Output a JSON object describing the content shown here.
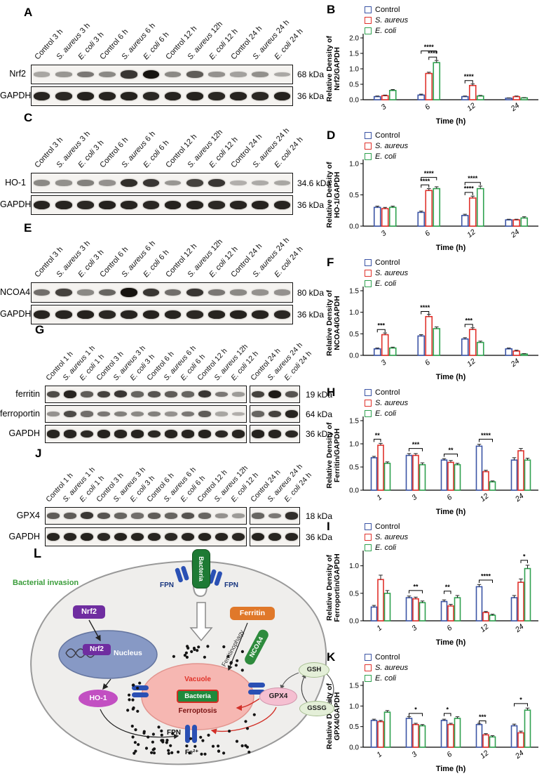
{
  "colors": {
    "control": "#3b54a5",
    "s_aureus": "#e0312b",
    "e_coli": "#2fa14f"
  },
  "legend": [
    {
      "label": "Control",
      "italic": false,
      "color_key": "control"
    },
    {
      "label": "S. aureus",
      "italic": true,
      "color_key": "s_aureus"
    },
    {
      "label": "E. coli",
      "italic": true,
      "color_key": "e_coli"
    }
  ],
  "blot_panels": [
    {
      "id": "A",
      "lanes": [
        "Control 3 h",
        "S. aureus 3 h",
        "E. coli 3 h",
        "Control 6 h",
        "S. aureus 6 h",
        "E. coli 6 h",
        "Control 12 h",
        "S. aureus 12h",
        "E. coli 12 h",
        "Control 24 h",
        "S. aureus 24 h",
        "E. coli 24 h"
      ],
      "rows": [
        {
          "name": "Nrf2",
          "kda": "68 kDa",
          "intensities": [
            0.2,
            0.28,
            0.45,
            0.35,
            0.8,
            1.0,
            0.35,
            0.6,
            0.3,
            0.22,
            0.32,
            0.18
          ]
        },
        {
          "name": "GAPDH",
          "kda": "36 kDa",
          "intensities": [
            0.9,
            0.88,
            0.92,
            0.9,
            0.91,
            0.89,
            0.9,
            0.92,
            0.88,
            0.9,
            0.89,
            0.91
          ]
        }
      ]
    },
    {
      "id": "C",
      "lanes": [
        "Control 3 h",
        "S. aureus 3 h",
        "E. coli 3 h",
        "Control 6 h",
        "S. aureus 6 h",
        "E. coli 6 h",
        "Control 12 h",
        "S. aureus 12h",
        "E. coli 12 h",
        "Control 24 h",
        "S. aureus 24 h",
        "E. coli 24 h"
      ],
      "rows": [
        {
          "name": "HO-1",
          "kda": "34.6 kDa",
          "intensities": [
            0.35,
            0.32,
            0.4,
            0.3,
            0.85,
            0.8,
            0.28,
            0.75,
            0.8,
            0.15,
            0.17,
            0.2
          ]
        },
        {
          "name": "GAPDH",
          "kda": "36 kDa",
          "intensities": [
            0.9,
            0.9,
            0.88,
            0.92,
            0.9,
            0.89,
            0.91,
            0.9,
            0.88,
            0.9,
            0.92,
            0.9
          ]
        }
      ]
    },
    {
      "id": "E",
      "lanes": [
        "Control 3 h",
        "S. aureus 3 h",
        "E. coli 3 h",
        "Control 6 h",
        "S. aureus 6 h",
        "E. coli 6 h",
        "Control 12 h",
        "S. aureus 12h",
        "E. coli 12 h",
        "Control 24 h",
        "S. aureus 24 h",
        "E. coli 24 h"
      ],
      "rows": [
        {
          "name": "NCOA4",
          "kda": "80 kDa",
          "intensities": [
            0.5,
            0.75,
            0.35,
            0.55,
            1.0,
            0.8,
            0.5,
            0.8,
            0.45,
            0.35,
            0.3,
            0.3
          ]
        },
        {
          "name": "GAPDH",
          "kda": "36 kDa",
          "intensities": [
            0.9,
            0.9,
            0.91,
            0.89,
            0.9,
            0.92,
            0.9,
            0.88,
            0.9,
            0.91,
            0.9,
            0.89
          ]
        }
      ]
    },
    {
      "id": "G",
      "lanes": [
        "Control 1 h",
        "S. aureus 1 h",
        "E. coli 1 h",
        "Control 3 h",
        "S. aureus 3 h",
        "E. coli 3 h",
        "Control 6 h",
        "S. aureus 6 h",
        "E. coli 6 h",
        "Control 12 h",
        "S. aureus 12h",
        "E. coli 12 h",
        "Control 24 h",
        "S. aureus 24 h",
        "E. coli 24 h"
      ],
      "rows": [
        {
          "name": "ferritin",
          "kda": "19 kDa",
          "intensities": [
            0.7,
            0.9,
            0.6,
            0.75,
            0.8,
            0.55,
            0.65,
            0.6,
            0.55,
            0.8,
            0.45,
            0.25,
            0.75,
            0.95,
            0.65
          ]
        },
        {
          "name": "ferroportin",
          "kda": "64 kDa",
          "intensities": [
            0.3,
            0.7,
            0.5,
            0.45,
            0.4,
            0.35,
            0.4,
            0.3,
            0.45,
            0.6,
            0.2,
            0.15,
            0.55,
            0.75,
            0.9
          ]
        },
        {
          "name": "GAPDH",
          "kda": "36 kDa",
          "intensities": [
            0.9,
            0.9,
            0.88,
            0.91,
            0.9,
            0.92,
            0.89,
            0.9,
            0.9,
            0.91,
            0.88,
            0.9,
            0.92,
            0.9,
            0.89
          ]
        }
      ]
    },
    {
      "id": "J",
      "lanes": [
        "Control 1 h",
        "S. aureus 1 h",
        "E. coli 1 h",
        "Control 3 h",
        "S. aureus 3 h",
        "E. coli 3 h",
        "Control 6 h",
        "S. aureus 6 h",
        "E. coli 6 h",
        "Control 12 h",
        "S. aureus 12h",
        "E. coli 12 h",
        "Control 24 h",
        "S. aureus 24 h",
        "E. coli 24 h"
      ],
      "rows": [
        {
          "name": "GPX4",
          "kda": "18 kDa",
          "intensities": [
            0.6,
            0.6,
            0.8,
            0.65,
            0.55,
            0.5,
            0.6,
            0.55,
            0.65,
            0.55,
            0.3,
            0.25,
            0.55,
            0.45,
            0.85
          ]
        },
        {
          "name": "GAPDH",
          "kda": "36 kDa",
          "intensities": [
            0.9,
            0.9,
            0.91,
            0.89,
            0.92,
            0.9,
            0.9,
            0.88,
            0.9,
            0.91,
            0.9,
            0.89,
            0.92,
            0.9,
            0.9
          ]
        }
      ]
    }
  ],
  "chart_data": [
    {
      "id": "B",
      "type": "bar",
      "ylabel_lines": [
        "Relative Density of",
        "Nrf2/GAPDH"
      ],
      "xlabel": "Time (h)",
      "categories": [
        "3",
        "6",
        "12",
        "24"
      ],
      "ylim": [
        0,
        2.0
      ],
      "yticks": [
        0,
        0.5,
        1.0,
        1.5,
        2.0
      ],
      "series": [
        {
          "name": "Control",
          "color_key": "control",
          "values": [
            0.1,
            0.15,
            0.1,
            0.05
          ],
          "err": [
            0.02,
            0.03,
            0.02,
            0.01
          ]
        },
        {
          "name": "S. aureus",
          "color_key": "s_aureus",
          "values": [
            0.13,
            0.85,
            0.46,
            0.1
          ],
          "err": [
            0.02,
            0.04,
            0.05,
            0.02
          ]
        },
        {
          "name": "E. coli",
          "color_key": "e_coli",
          "values": [
            0.3,
            1.2,
            0.12,
            0.06
          ],
          "err": [
            0.03,
            0.07,
            0.02,
            0.01
          ]
        }
      ],
      "annotations": [
        {
          "cat": 1,
          "s1": 1,
          "s2": 2,
          "y": 1.38,
          "label": "****"
        },
        {
          "cat": 1,
          "s1": 0,
          "s2": 2,
          "y": 1.58,
          "label": "****"
        },
        {
          "cat": 2,
          "s1": 0,
          "s2": 1,
          "y": 0.62,
          "label": "****"
        }
      ]
    },
    {
      "id": "D",
      "type": "bar",
      "ylabel_lines": [
        "Relative Density of",
        "HO-1/GAPDH"
      ],
      "xlabel": "Time (h)",
      "categories": [
        "3",
        "6",
        "12",
        "24"
      ],
      "ylim": [
        0,
        1.0
      ],
      "yticks": [
        0,
        0.5,
        1.0
      ],
      "series": [
        {
          "name": "Control",
          "color_key": "control",
          "values": [
            0.3,
            0.22,
            0.17,
            0.1
          ],
          "err": [
            0.02,
            0.02,
            0.02,
            0.01
          ]
        },
        {
          "name": "S. aureus",
          "color_key": "s_aureus",
          "values": [
            0.28,
            0.57,
            0.45,
            0.1
          ],
          "err": [
            0.02,
            0.03,
            0.03,
            0.01
          ]
        },
        {
          "name": "E. coli",
          "color_key": "e_coli",
          "values": [
            0.3,
            0.6,
            0.6,
            0.13
          ],
          "err": [
            0.02,
            0.03,
            0.04,
            0.02
          ]
        }
      ],
      "annotations": [
        {
          "cat": 1,
          "s1": 0,
          "s2": 1,
          "y": 0.66,
          "label": "****"
        },
        {
          "cat": 1,
          "s1": 0,
          "s2": 2,
          "y": 0.78,
          "label": "****"
        },
        {
          "cat": 2,
          "s1": 0,
          "s2": 1,
          "y": 0.54,
          "label": "****"
        },
        {
          "cat": 2,
          "s1": 0,
          "s2": 2,
          "y": 0.7,
          "label": "****"
        }
      ]
    },
    {
      "id": "F",
      "type": "bar",
      "ylabel_lines": [
        "Relative Density of",
        "NCOA4/GAPDH"
      ],
      "xlabel": "Time (h)",
      "categories": [
        "3",
        "6",
        "12",
        "24"
      ],
      "ylim": [
        0,
        1.5
      ],
      "yticks": [
        0,
        0.5,
        1.0,
        1.5
      ],
      "series": [
        {
          "name": "Control",
          "color_key": "control",
          "values": [
            0.15,
            0.45,
            0.38,
            0.15
          ],
          "err": [
            0.02,
            0.03,
            0.03,
            0.02
          ]
        },
        {
          "name": "S. aureus",
          "color_key": "s_aureus",
          "values": [
            0.48,
            0.9,
            0.6,
            0.1
          ],
          "err": [
            0.04,
            0.05,
            0.04,
            0.02
          ]
        },
        {
          "name": "E. coli",
          "color_key": "e_coli",
          "values": [
            0.17,
            0.62,
            0.3,
            0.03
          ],
          "err": [
            0.02,
            0.04,
            0.03,
            0.01
          ]
        }
      ],
      "annotations": [
        {
          "cat": 0,
          "s1": 0,
          "s2": 1,
          "y": 0.6,
          "label": "***"
        },
        {
          "cat": 1,
          "s1": 0,
          "s2": 1,
          "y": 1.02,
          "label": "****"
        },
        {
          "cat": 2,
          "s1": 0,
          "s2": 1,
          "y": 0.72,
          "label": "***"
        }
      ]
    },
    {
      "id": "H",
      "type": "bar",
      "ylabel_lines": [
        "Relative Density of",
        "Ferritin/GAPDH"
      ],
      "xlabel": "Time (h)",
      "categories": [
        "1",
        "3",
        "6",
        "12",
        "24"
      ],
      "ylim": [
        0,
        1.5
      ],
      "yticks": [
        0,
        0.5,
        1.0,
        1.5
      ],
      "series": [
        {
          "name": "Control",
          "color_key": "control",
          "values": [
            0.7,
            0.75,
            0.65,
            0.95,
            0.65
          ],
          "err": [
            0.03,
            0.04,
            0.03,
            0.04,
            0.05
          ]
        },
        {
          "name": "S. aureus",
          "color_key": "s_aureus",
          "values": [
            0.97,
            0.75,
            0.6,
            0.4,
            0.85
          ],
          "err": [
            0.04,
            0.04,
            0.04,
            0.03,
            0.05
          ]
        },
        {
          "name": "E. coli",
          "color_key": "e_coli",
          "values": [
            0.58,
            0.55,
            0.55,
            0.18,
            0.65
          ],
          "err": [
            0.03,
            0.04,
            0.03,
            0.02,
            0.04
          ]
        }
      ],
      "annotations": [
        {
          "cat": 0,
          "s1": 0,
          "s2": 1,
          "y": 1.1,
          "label": "**"
        },
        {
          "cat": 1,
          "s1": 0,
          "s2": 2,
          "y": 0.9,
          "label": "***"
        },
        {
          "cat": 2,
          "s1": 0,
          "s2": 2,
          "y": 0.78,
          "label": "**"
        },
        {
          "cat": 3,
          "s1": 0,
          "s2": 2,
          "y": 1.1,
          "label": "****"
        }
      ]
    },
    {
      "id": "I",
      "type": "bar",
      "ylabel_lines": [
        "Relative Density of",
        "Ferroportin/GAPDH"
      ],
      "xlabel": "Time (h)",
      "categories": [
        "1",
        "3",
        "6",
        "12",
        "24"
      ],
      "ylim": [
        0,
        1.2
      ],
      "yticks": [
        0,
        0.5,
        1.0
      ],
      "series": [
        {
          "name": "Control",
          "color_key": "control",
          "values": [
            0.25,
            0.42,
            0.35,
            0.62,
            0.42
          ],
          "err": [
            0.03,
            0.03,
            0.03,
            0.04,
            0.04
          ]
        },
        {
          "name": "S. aureus",
          "color_key": "s_aureus",
          "values": [
            0.75,
            0.4,
            0.27,
            0.15,
            0.7
          ],
          "err": [
            0.08,
            0.03,
            0.03,
            0.02,
            0.06
          ]
        },
        {
          "name": "E. coli",
          "color_key": "e_coli",
          "values": [
            0.5,
            0.33,
            0.42,
            0.1,
            0.95
          ],
          "err": [
            0.05,
            0.03,
            0.04,
            0.02,
            0.06
          ]
        }
      ],
      "annotations": [
        {
          "cat": 1,
          "s1": 0,
          "s2": 2,
          "y": 0.55,
          "label": "**"
        },
        {
          "cat": 2,
          "s1": 0,
          "s2": 1,
          "y": 0.54,
          "label": "**"
        },
        {
          "cat": 3,
          "s1": 0,
          "s2": 2,
          "y": 0.74,
          "label": "****"
        },
        {
          "cat": 4,
          "s1": 1,
          "s2": 2,
          "y": 1.1,
          "label": "*"
        }
      ]
    },
    {
      "id": "K",
      "type": "bar",
      "ylabel_lines": [
        "Relative Density of",
        "GPX4/GAPDH"
      ],
      "xlabel": "Time (h)",
      "categories": [
        "1",
        "3",
        "6",
        "12",
        "24"
      ],
      "ylim": [
        0,
        1.5
      ],
      "yticks": [
        0,
        0.5,
        1.0,
        1.5
      ],
      "series": [
        {
          "name": "Control",
          "color_key": "control",
          "values": [
            0.65,
            0.7,
            0.65,
            0.55,
            0.52
          ],
          "err": [
            0.03,
            0.04,
            0.03,
            0.03,
            0.04
          ]
        },
        {
          "name": "S. aureus",
          "color_key": "s_aureus",
          "values": [
            0.62,
            0.55,
            0.55,
            0.3,
            0.35
          ],
          "err": [
            0.03,
            0.03,
            0.03,
            0.03,
            0.04
          ]
        },
        {
          "name": "E. coli",
          "color_key": "e_coli",
          "values": [
            0.85,
            0.52,
            0.7,
            0.25,
            0.9
          ],
          "err": [
            0.04,
            0.03,
            0.04,
            0.03,
            0.05
          ]
        }
      ],
      "annotations": [
        {
          "cat": 1,
          "s1": 0,
          "s2": 2,
          "y": 0.82,
          "label": "*"
        },
        {
          "cat": 2,
          "s1": 0,
          "s2": 1,
          "y": 0.82,
          "label": "*"
        },
        {
          "cat": 3,
          "s1": 0,
          "s2": 1,
          "y": 0.64,
          "label": "***"
        },
        {
          "cat": 4,
          "s1": 0,
          "s2": 2,
          "y": 1.06,
          "label": "*"
        }
      ]
    }
  ],
  "diagram": {
    "panel_label": "L",
    "labels": {
      "bacterial_invasion": "Bacterial invasion",
      "bacteria_top": "Bacteria",
      "fpn_left": "FPN",
      "fpn_right": "FPN",
      "nrf2_outer": "Nrf2",
      "nrf2_inner": "Nrf2",
      "nucleus": "Nucleus",
      "ho1": "HO-1",
      "ferritin": "Ferritin",
      "ncoa4": "NCOA4",
      "ferritinophagy": "Ferritinophagy",
      "vacuole": "Vacuole",
      "bacteria_inner": "Bacteria",
      "ferroptosis": "Ferroptosis",
      "fpn_bottom": "FPN",
      "fe2": "Fe²⁺",
      "gpx4": "GPX4",
      "gsh": "GSH",
      "gssg": "GSSG"
    }
  }
}
